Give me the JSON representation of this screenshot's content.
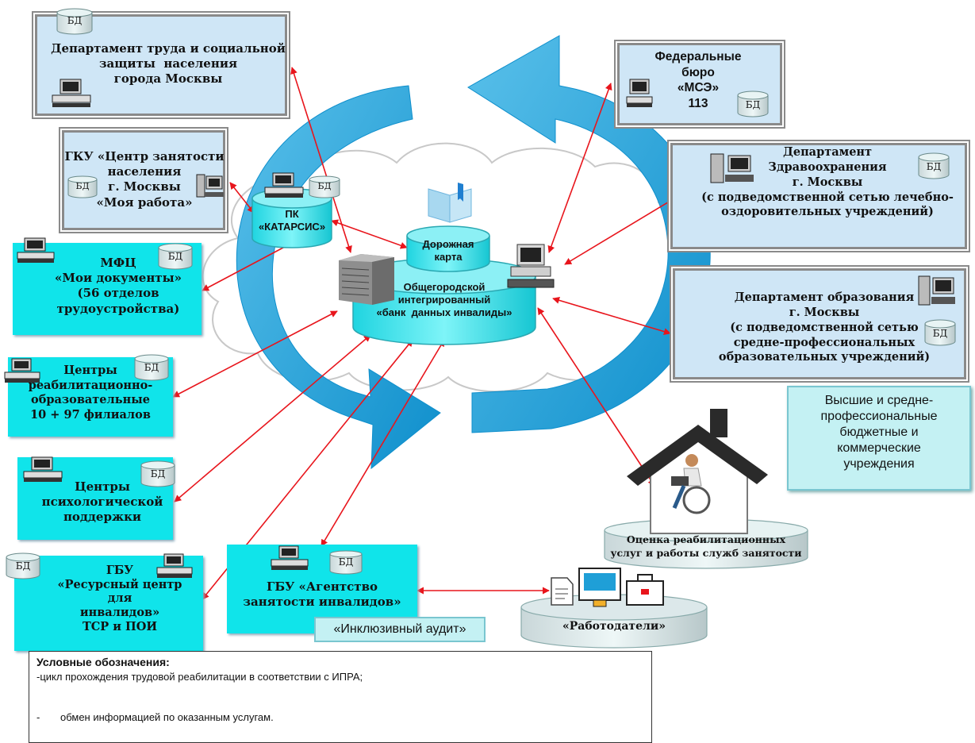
{
  "db_label": "БД",
  "colors": {
    "cycle_arrow": "#1f9fd7",
    "exchange_arrow": "#e8151c",
    "dept_fill": "#cfe6f6",
    "service_fill": "#10e4ea",
    "legend_blue": "#1e6fc2"
  },
  "icons": [
    "computer-icon",
    "database-icon",
    "server-icon",
    "book-icon",
    "person-wheelchair-icon",
    "document-icon",
    "monitor-icon",
    "briefcase-icon"
  ],
  "nodes": {
    "dept_labor": "Департамент труда и социальной\nзащиты  населения\nгорода Москвы",
    "gku": "ГКУ «Центр занятости\nнаселения\nг. Москвы\n«Моя работа»",
    "mfc": "МФЦ\n«Мои документы»\n(56 отделов\nтрудоустройства)",
    "rehab_centers": "Центры\nреабилитационно-\nобразовательные\n10 + 97 филиалов",
    "psych_centers": "Центры\nпсихологической\nподдержки",
    "gbu_resource": "ГБУ\n«Ресурсный центр\nдля\nинвалидов»\nТСР и ПОИ",
    "gbu_agency": "ГБУ «Агентство\nзанятости инвалидов»",
    "inclusive_audit": "«Инклюзивный аудит»",
    "employers": "«Работодатели»",
    "assessment": "Оценка реабилитационных\nуслуг и работы служб занятости",
    "higher_edu": "Высшие и средне-\nпрофессиональные\nбюджетные и\nкоммерческие\nучреждения",
    "dept_education": "Департамент образования\nг. Москвы\n(с подведомственной сетью\nсредне-профессиональных\nобразовательных учреждений)",
    "dept_health": "Департамент\nЗдравоохранения\nг. Москвы\n(с подведомственной сетью лечебно-\nоздоровительных учреждений)",
    "federal_bureau": "Федеральные\nбюро\n«МСЭ»\n113",
    "pk_katarsis": "ПК\n«КАТАРСИС»",
    "roadmap": "Дорожная\nкарта",
    "bank": "Общегородской\nинтегрированный\n«банк  данных инвалиды»"
  },
  "legend": {
    "title": "Условные обозначения:",
    "item1": "-цикл прохождения трудовой реабилитации в соответствии с ИПРА;",
    "item2_dash": "-",
    "item2": "обмен информацией по оказанным услугам."
  }
}
